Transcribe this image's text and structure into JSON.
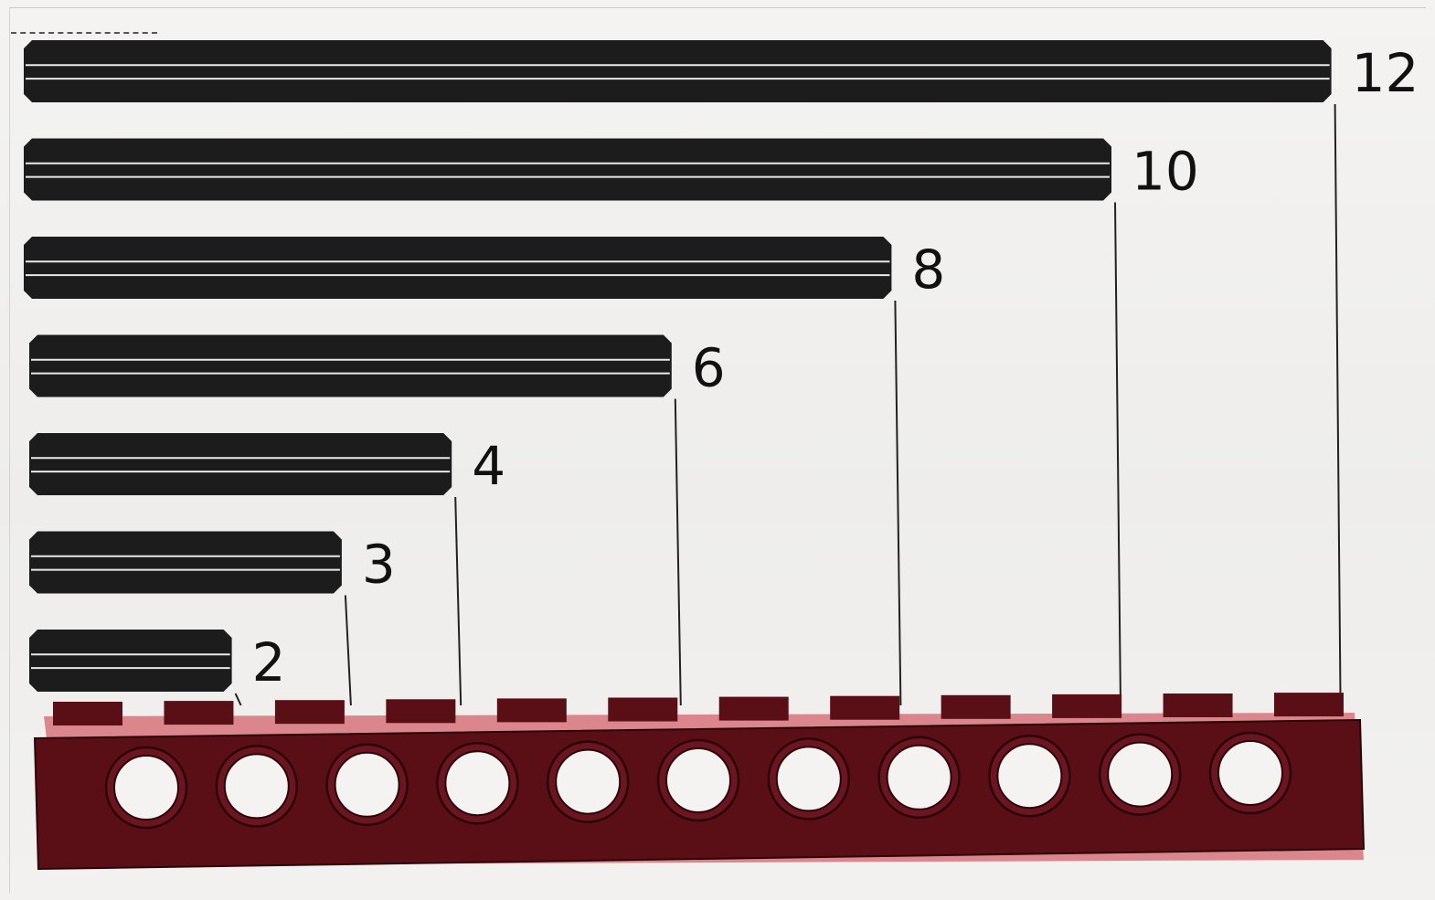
{
  "axles": [
    {
      "length": 12,
      "label": "12"
    },
    {
      "length": 10,
      "label": "10"
    },
    {
      "length": 8,
      "label": "8"
    },
    {
      "length": 6,
      "label": "6"
    },
    {
      "length": 4,
      "label": "4"
    },
    {
      "length": 3,
      "label": "3"
    },
    {
      "length": 2,
      "label": "2"
    }
  ],
  "beam": {
    "studs": 12,
    "holes": 11,
    "color": "#5a0f17",
    "highlight_color": "#c8303c"
  },
  "axle_color": "#1c1c1c"
}
